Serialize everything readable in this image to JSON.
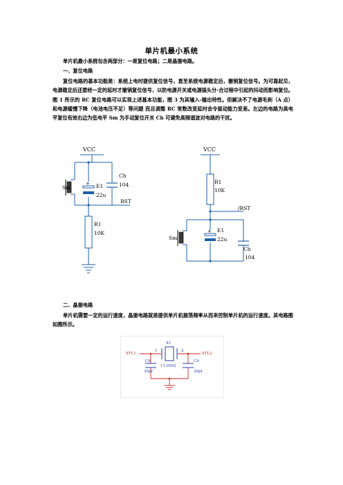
{
  "doc": {
    "title": "单片机最小系统",
    "intro": "单片机最小系统包含两部分：一是复位电路；二是晶振电路。",
    "section1": {
      "heading": "一、复位电路",
      "paragraph": "复位电路的基本功能是：系统上电时提供复位信号，直至系统电源稳定后，撤销复位信号。为可靠起见，电源稳定后还要经一定的延时才撤销复位信号，以防电源开关或电源插头分-合过程中引起的抖动而影响复位。图 1 所示的 RC 复位电路可以实现上述基本功能，图 3 为其输入-输出特性。但解决不了电源毛刺（A 点）和电源缓慢下降（电池电压不足）等问题 而且调整 RC 常数改变延时会令驱动能力变差。左边的电路为高电平复位有效右边为低电平 Sm 为手动复位开关 Ch 可避免高频谐波对电路的干扰。"
    },
    "circuit_left": {
      "vcc": "VCC",
      "sw": "Sm",
      "cap_e": "E1",
      "cap_e_val": "22u",
      "cap_c": "Ch",
      "cap_c_val": "104",
      "rst": "RST",
      "res": "R1",
      "res_val": "10K",
      "plus": "+"
    },
    "circuit_right": {
      "vcc": "VCC",
      "res": "R1",
      "res_val": "10K",
      "rst": "/RST",
      "sw": "Sm",
      "cap_e": "E1",
      "cap_e_val": "22u",
      "cap_c": "Ch",
      "cap_c_val": "104",
      "plus": "+"
    },
    "section2": {
      "heading": "二、晶振电路",
      "paragraph": "单片机需要一定的运行速度，晶振电路就是提供单片机振荡频率从而来控制单片机的运行速度。其电路图如图所示。"
    },
    "circuit_xtal": {
      "xtl1": "XTL1",
      "xtl2": "XTL2",
      "crystal": "X1",
      "pin1": "1",
      "pin2": "2",
      "freq": "11.0592",
      "c8": "C8",
      "c8_val": "30pf",
      "c9": "C9",
      "c9_val": "30pf"
    }
  }
}
